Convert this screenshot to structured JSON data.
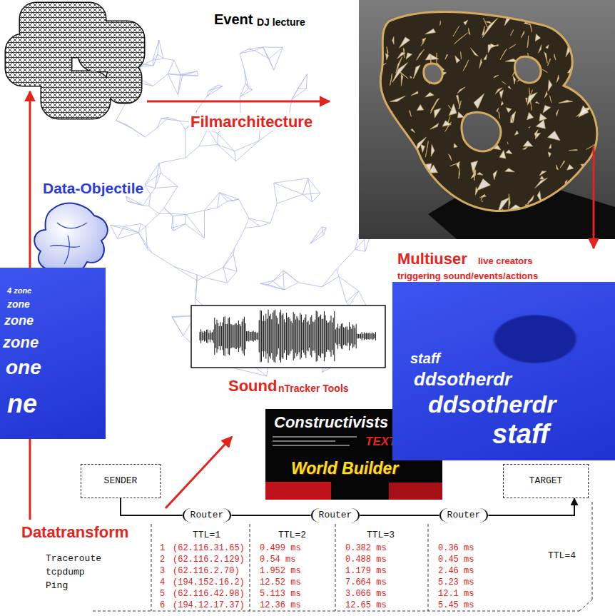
{
  "diagram": {
    "nodes": [
      {
        "text": [
          "SENDER"
        ]
      },
      {
        "text": [
          "Router"
        ]
      },
      {
        "text": [
          "Router"
        ]
      },
      {
        "text": [
          "Router"
        ]
      },
      {
        "text": [
          "TARGET"
        ]
      },
      {
        "text": [
          "Constructivists",
          "TEXTUR",
          "World Builder"
        ]
      },
      {
        "text": [
          "4 zone",
          "zone",
          "zone",
          "zone",
          "one",
          "ne"
        ]
      },
      {
        "text": [
          "staff",
          "ddsotherdr",
          "ddsotherdr",
          "staff"
        ]
      }
    ],
    "edges": [
      {
        "from": 0,
        "to": 1,
        "arrow": "none"
      },
      {
        "from": 1,
        "to": 2,
        "arrow": "none"
      },
      {
        "from": 2,
        "to": 3,
        "arrow": "none"
      },
      {
        "from": 3,
        "to": 4,
        "arrow": "to"
      }
    ],
    "labels": [
      "Event",
      "DJ lecture",
      "Filmarchitecture",
      "Data-Objectile",
      "Multiuser",
      "live creators",
      "triggering sound/events/actions",
      "Sound",
      "nTracker Tools",
      "Datatransform",
      "Traceroute",
      "tcpdump",
      "Ping",
      "TTL=1",
      "TTL=2",
      "TTL=3",
      "TTL=4",
      "1",
      "(62.116.31.65)",
      "0.499 ms",
      "0.382 ms",
      "0.36 ms",
      "2",
      "(62.116.2.129)",
      "0.54 ms",
      "0.488 ms",
      "0.45 ms",
      "3",
      "(62.116.2.70)",
      "1.952 ms",
      "1.179 ms",
      "2.46 ms",
      "4",
      "(194.152.16.2)",
      "12.52 ms",
      "7.664 ms",
      "5.23 ms",
      "5",
      "(62.116.42.98)",
      "5.113 ms",
      "3.066 ms",
      "12.1 ms",
      "6",
      "(194.12.17.37)",
      "12.36 ms",
      "12.65 ms",
      "5.45 ms"
    ]
  }
}
